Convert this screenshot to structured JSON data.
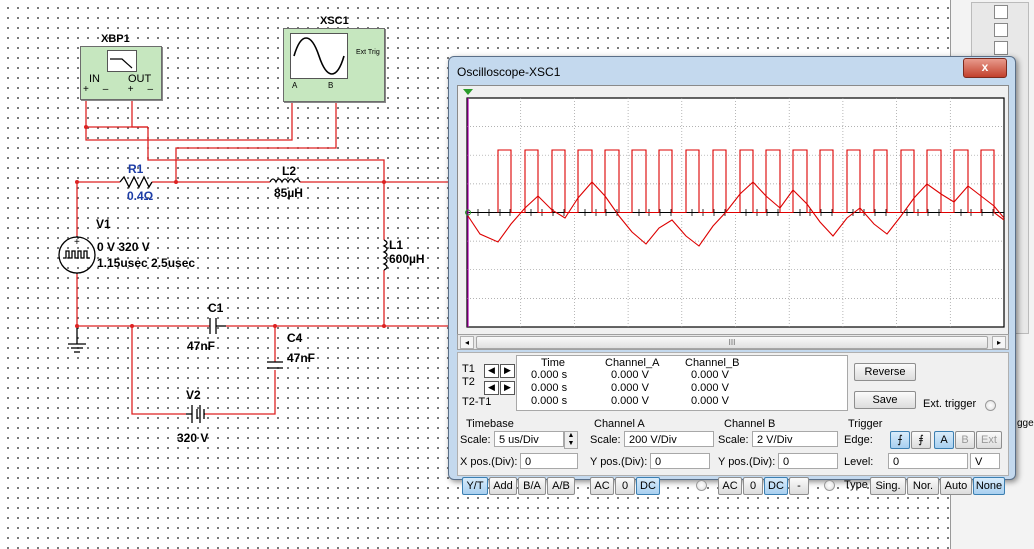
{
  "circuit": {
    "xbp1": {
      "name": "XBP1",
      "in_label": "IN",
      "out_label": "OUT"
    },
    "xsc1": {
      "name": "XSC1",
      "ext_trig": "Ext Trig",
      "a": "A",
      "b": "B"
    },
    "r1": {
      "name": "R1",
      "value": "0.4Ω"
    },
    "l2": {
      "name": "L2",
      "value": "85µH"
    },
    "l1": {
      "name": "L1",
      "value": "600µH"
    },
    "v1": {
      "name": "V1",
      "line1": "0 V 320 V",
      "line2": "1.15usec 2.5usec"
    },
    "c1": {
      "name": "C1",
      "value": "47nF"
    },
    "c4": {
      "name": "C4",
      "value": "47nF"
    },
    "v2": {
      "name": "V2",
      "value": "320 V"
    }
  },
  "scope": {
    "title": "Oscilloscope-XSC1",
    "close": "x",
    "readout": {
      "rows": [
        "T1",
        "T2",
        "T2-T1"
      ],
      "headers": [
        "Time",
        "Channel_A",
        "Channel_B"
      ],
      "values": [
        [
          "0.000 s",
          "0.000 V",
          "0.000 V"
        ],
        [
          "0.000 s",
          "0.000 V",
          "0.000 V"
        ],
        [
          "0.000 s",
          "0.000 V",
          "0.000 V"
        ]
      ]
    },
    "reverse": "Reverse",
    "save": "Save",
    "ext_trigger": "Ext. trigger",
    "timebase": {
      "title": "Timebase",
      "scale_label": "Scale:",
      "scale": "5 us/Div",
      "xpos_label": "X pos.(Div):",
      "xpos": "0",
      "modes": [
        "Y/T",
        "Add",
        "B/A",
        "A/B"
      ]
    },
    "channel_a": {
      "title": "Channel A",
      "scale_label": "Scale:",
      "scale": "200  V/Div",
      "ypos_label": "Y pos.(Div):",
      "ypos": "0",
      "modes": [
        "AC",
        "0",
        "DC"
      ]
    },
    "channel_b": {
      "title": "Channel B",
      "scale_label": "Scale:",
      "scale": "2  V/Div",
      "ypos_label": "Y pos.(Div):",
      "ypos": "0",
      "modes": [
        "AC",
        "0",
        "DC",
        "-"
      ]
    },
    "trigger": {
      "title": "Trigger",
      "edge_label": "Edge:",
      "edges": [
        "A",
        "B",
        "Ext"
      ],
      "level_label": "Level:",
      "level": "0",
      "level_unit": "V",
      "type_label": "Type",
      "types": [
        "Sing.",
        "Nor.",
        "Auto",
        "None"
      ]
    },
    "scroll_glyph": "III"
  },
  "side": {
    "g_label": "gge"
  }
}
